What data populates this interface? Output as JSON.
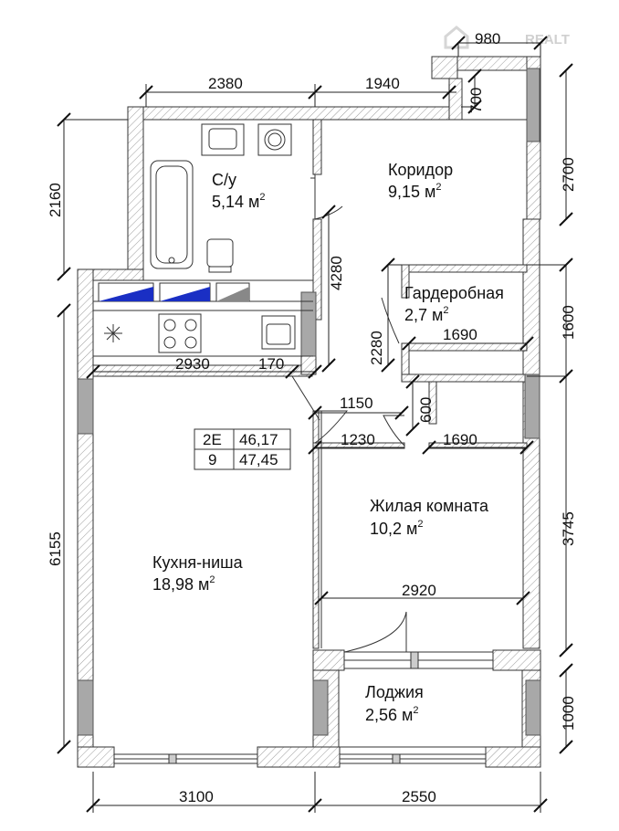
{
  "watermark": "REALT",
  "rooms": {
    "bathroom": {
      "name": "С/у",
      "area": "5,14 м",
      "sup": "2"
    },
    "corridor": {
      "name": "Коридор",
      "area": "9,15 м",
      "sup": "2"
    },
    "wardrobe": {
      "name": "Гардеробная",
      "area": "2,7 м",
      "sup": "2"
    },
    "living": {
      "name": "Жилая комната",
      "area": "10,2 м",
      "sup": "2"
    },
    "kitchen": {
      "name": "Кухня-ниша",
      "area": "18,98 м",
      "sup": "2"
    },
    "loggia": {
      "name": "Лоджия",
      "area": "2,56 м",
      "sup": "2"
    }
  },
  "badge": {
    "type": "2E",
    "total_area": "46,17",
    "floor": "9",
    "area_with_loggia": "47,45"
  },
  "dimensions": {
    "top_980": "980",
    "top_2380": "2380",
    "top_1940": "1940",
    "right_700": "700",
    "right_2700": "2700",
    "left_2160": "2160",
    "mid_4280": "4280",
    "right_1600": "1600",
    "wardrobe_2280": "2280",
    "wardrobe_1690_top": "1690",
    "kitchen_2930": "2930",
    "kitchen_170": "170",
    "door_1150": "1150",
    "door_600": "600",
    "door_1230": "1230",
    "living_1690": "1690",
    "left_6155": "6155",
    "right_3745": "3745",
    "living_2920": "2920",
    "right_1000": "1000",
    "bottom_3100": "3100",
    "bottom_2550": "2550"
  }
}
